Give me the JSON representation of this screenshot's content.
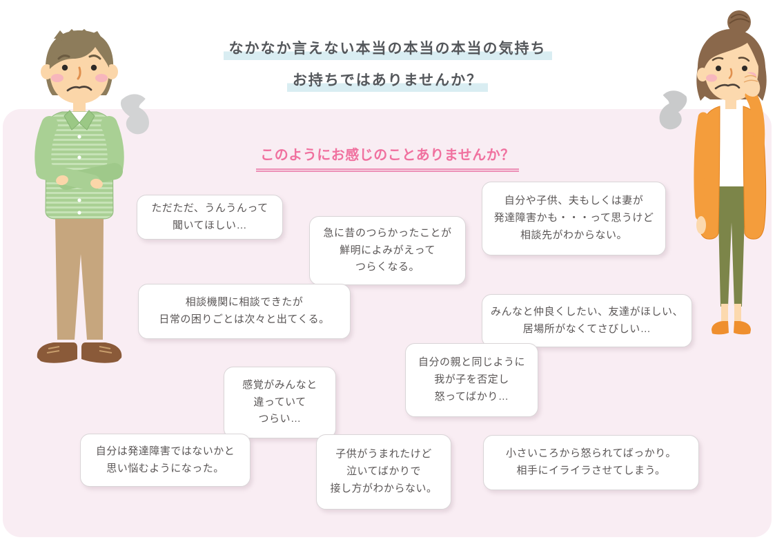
{
  "page": {
    "background_color": "#ffffff",
    "panel_color": "#f9edf3"
  },
  "title": {
    "line1": "なかなか言えない本当の本当の本当の気持ち",
    "line2": "お持ちではありませんか？",
    "text_color": "#54575b",
    "highlight_color": "#d9edf2"
  },
  "heading": {
    "text": "このようにお感じのことありませんか？",
    "text_color": "#f0719f",
    "underline_color": "#ec8fb6"
  },
  "bubbles": [
    {
      "text": "ただただ、うんうんって\n聞いてほしい…"
    },
    {
      "text": "急に昔のつらかったことが\n鮮明によみがえって\nつらくなる。"
    },
    {
      "text": "自分や子供、夫もしくは妻が\n発達障害かも・・・って思うけど\n相談先がわからない。"
    },
    {
      "text": "相談機関に相談できたが\n日常の困りごとは次々と出てくる。"
    },
    {
      "text": "みんなと仲良くしたい、友達がほしい、\n居場所がなくてさびしい…"
    },
    {
      "text": "自分の親と同じように\n我が子を否定し\n怒ってばかり…"
    },
    {
      "text": "感覚がみんなと\n違っていて\nつらい…"
    },
    {
      "text": "自分は発達障害ではないかと\n思い悩むようになった。"
    },
    {
      "text": "子供がうまれたけど\n泣いてばかりで\n接し方がわからない。"
    },
    {
      "text": "小さいころから怒られてばっかり。\n相手にイライラさせてしまう。"
    }
  ],
  "illustrations": {
    "man_icon": "worried-man-crossed-arms",
    "woman_icon": "worried-woman-hand-on-cheek",
    "sigh_puff_icon": "sigh-breath-puff",
    "man_shirt_color": "#a9d094",
    "man_pants_color": "#c6a67e",
    "woman_cardigan_color": "#f49d3c",
    "woman_pants_color": "#7c8549",
    "puff_color": "#d2d3d4",
    "skin_color": "#fbd6a9"
  }
}
